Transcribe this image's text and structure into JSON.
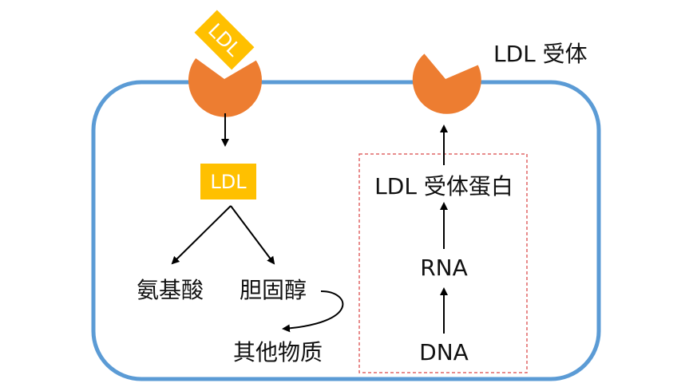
{
  "labels": {
    "ldl_bound": "LDL",
    "ldl_receptor": "LDL 受体",
    "ldl_internal": "LDL",
    "amino_acid": "氨基酸",
    "cholesterol": "胆固醇",
    "other_substances": "其他物质",
    "receptor_protein": "LDL 受体蛋白",
    "rna": "RNA",
    "dna": "DNA"
  },
  "colors": {
    "membrane": "#5B9BD5",
    "receptor": "#ED7D31",
    "ldl": "#FFC000",
    "arrow": "#000000",
    "dashed_box": "#E06666"
  }
}
